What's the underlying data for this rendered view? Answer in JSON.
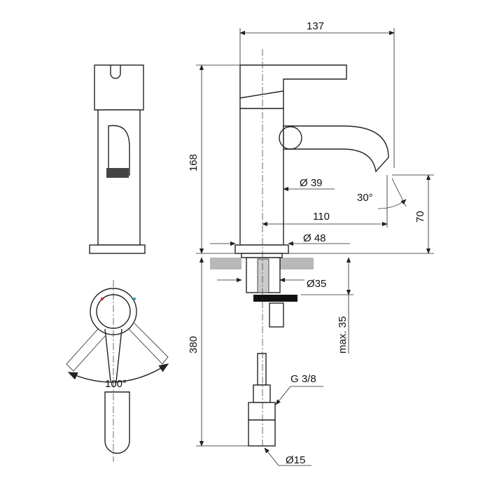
{
  "drawing": {
    "dimensions": {
      "overall_width": "137",
      "height_above_counter": "168",
      "body_diameter": "Ø 39",
      "spout_angle": "30°",
      "spout_reach": "110",
      "spout_height": "70",
      "base_diameter": "Ø 48",
      "hole_diameter": "Ø35",
      "max_counter_thickness": "max. 35",
      "hose_length": "380",
      "hose_thread": "G 3/8",
      "hose_diameter": "Ø15",
      "handle_rotation": "100°"
    },
    "colors": {
      "hot": "#e02020",
      "cold": "#1aa0c8",
      "counter": "#b8b8b8"
    }
  }
}
